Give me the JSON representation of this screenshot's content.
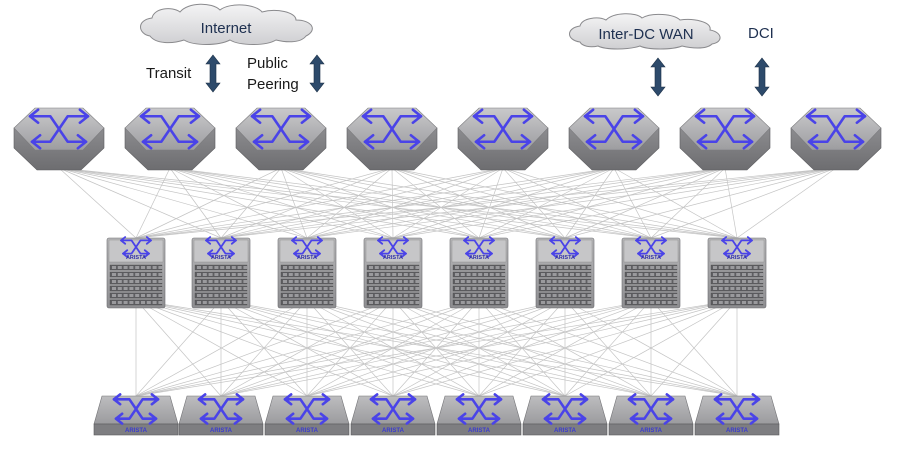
{
  "clouds": {
    "internet": "Internet",
    "wan": "Inter-DC WAN"
  },
  "labels": {
    "transit": "Transit",
    "public_line1": "Public",
    "public_line2": "Peering",
    "dci": "DCI"
  },
  "brand": "ARISTA",
  "tiers": {
    "edge_count": 8,
    "spine_count": 8,
    "leaf_count": 8
  },
  "colors": {
    "arrow_blue": "#4a43e8",
    "body_gray": "#a9a9ab",
    "link_line": "#c4c4c4",
    "updown_arrow": "#2d4a6b",
    "label_dark": "#1e3050"
  },
  "icons": {
    "edge_router": "router-hexagon-icon",
    "spine_switch": "chassis-switch-icon",
    "leaf_switch": "tor-switch-icon",
    "bidirectional_arrow": "updown-arrow-icon",
    "cloud": "cloud-icon"
  }
}
